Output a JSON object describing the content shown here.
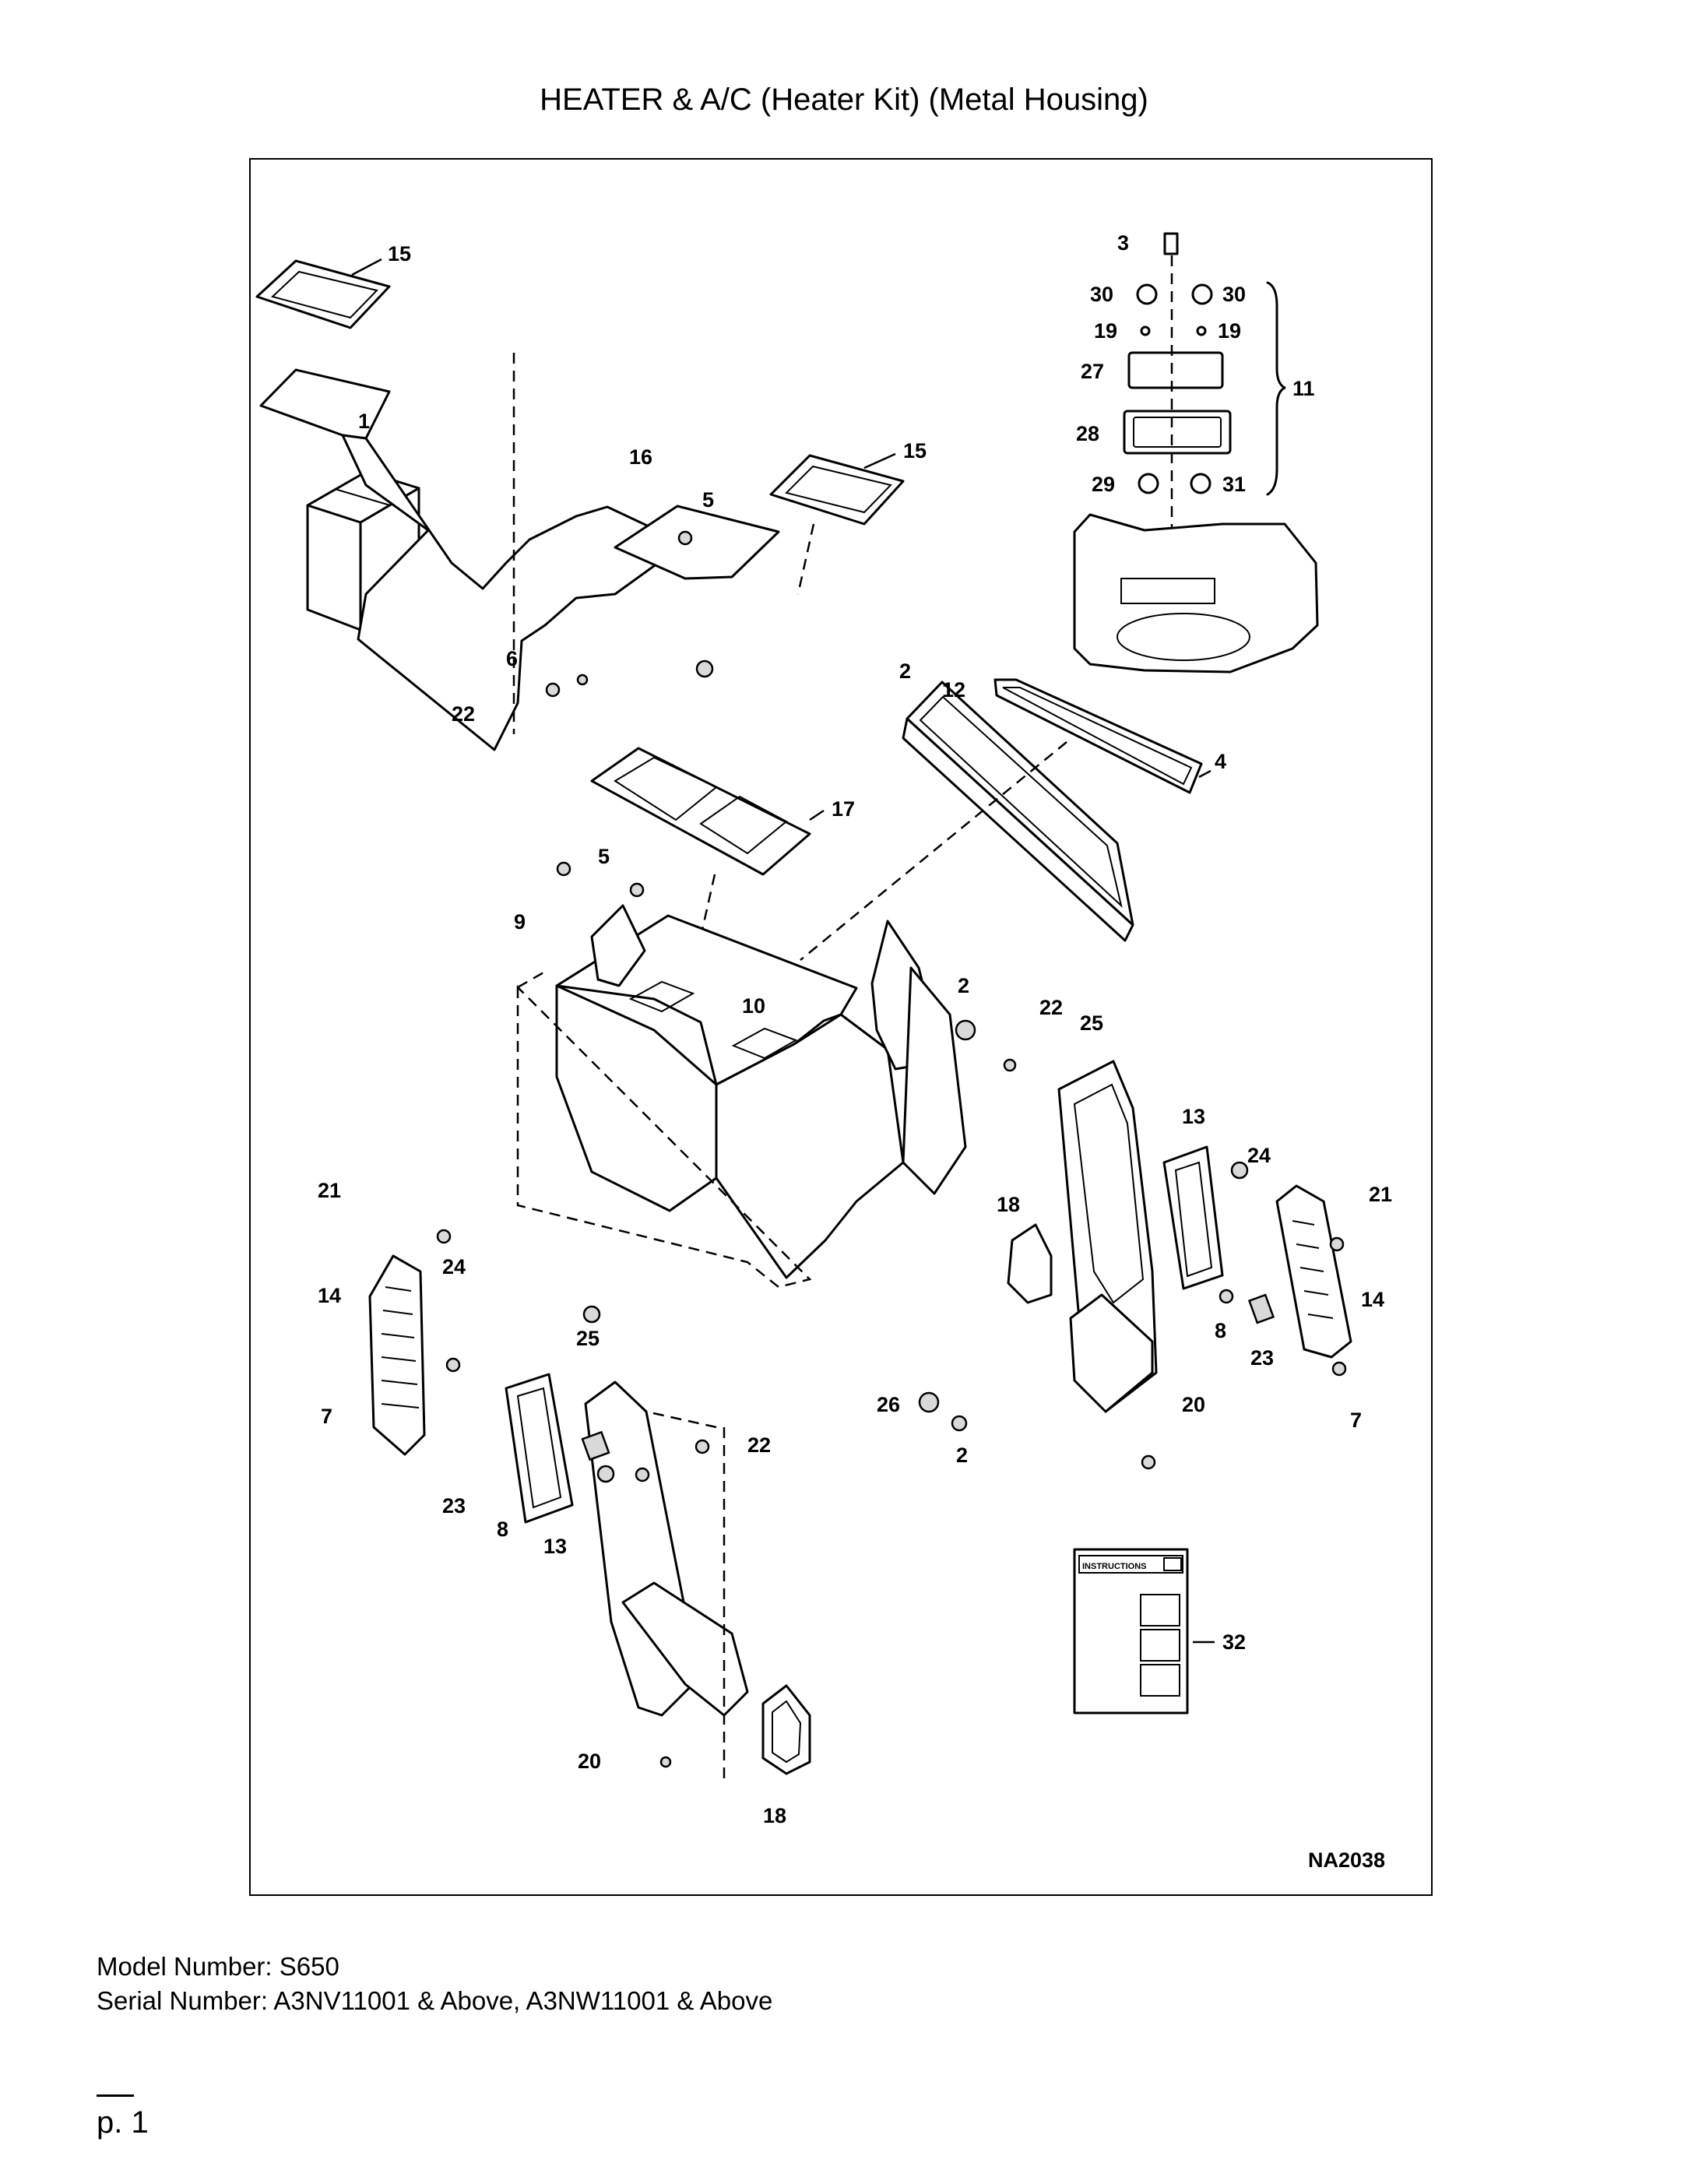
{
  "title": "HEATER & A/C (Heater Kit) (Metal Housing)",
  "drawing_id": "NA2038",
  "callouts": [
    "1",
    "2",
    "3",
    "4",
    "5",
    "6",
    "7",
    "8",
    "9",
    "10",
    "11",
    "12",
    "13",
    "14",
    "15",
    "16",
    "17",
    "18",
    "19",
    "20",
    "21",
    "22",
    "23",
    "24",
    "25",
    "26",
    "27",
    "28",
    "29",
    "30",
    "31",
    "32"
  ],
  "instructions_label": "INSTRUCTIONS",
  "model_line": "Model Number: S650",
  "serial_line": "Serial Number: A3NV11001 & Above, A3NW11001 & Above",
  "page_label": "p. 1"
}
